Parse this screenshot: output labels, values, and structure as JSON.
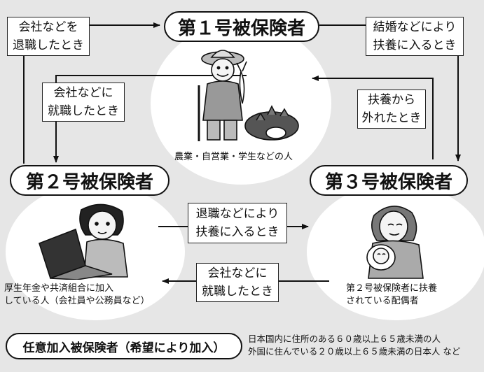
{
  "categories": {
    "first": "第１号被保険者",
    "second": "第２号被保険者",
    "third": "第３号被保険者",
    "voluntary": "任意加入被保険者（希望により加入）"
  },
  "transitions": {
    "leave_company": [
      "会社などを",
      "退職したとき"
    ],
    "marriage": [
      "結婚などにより",
      "扶養に入るとき"
    ],
    "join_company_top": [
      "会社などに",
      "就職したとき"
    ],
    "leave_dependency": [
      "扶養から",
      "外れたとき"
    ],
    "retire_dependency": [
      "退職などにより",
      "扶養に入るとき"
    ],
    "join_company_bottom": [
      "会社などに",
      "就職したとき"
    ]
  },
  "descriptions": {
    "first": "農業・自営業・学生などの人",
    "second": [
      "厚生年金や共済組合に加入",
      "している人（会社員や公務員など）"
    ],
    "third": [
      "第２号被保険者に扶養",
      "されている配偶者"
    ],
    "voluntary": [
      "日本国内に住所のある６０歳以上６５歳未満の人",
      "外国に住んでいる２０歳以上６５歳未満の日本人 など"
    ]
  }
}
